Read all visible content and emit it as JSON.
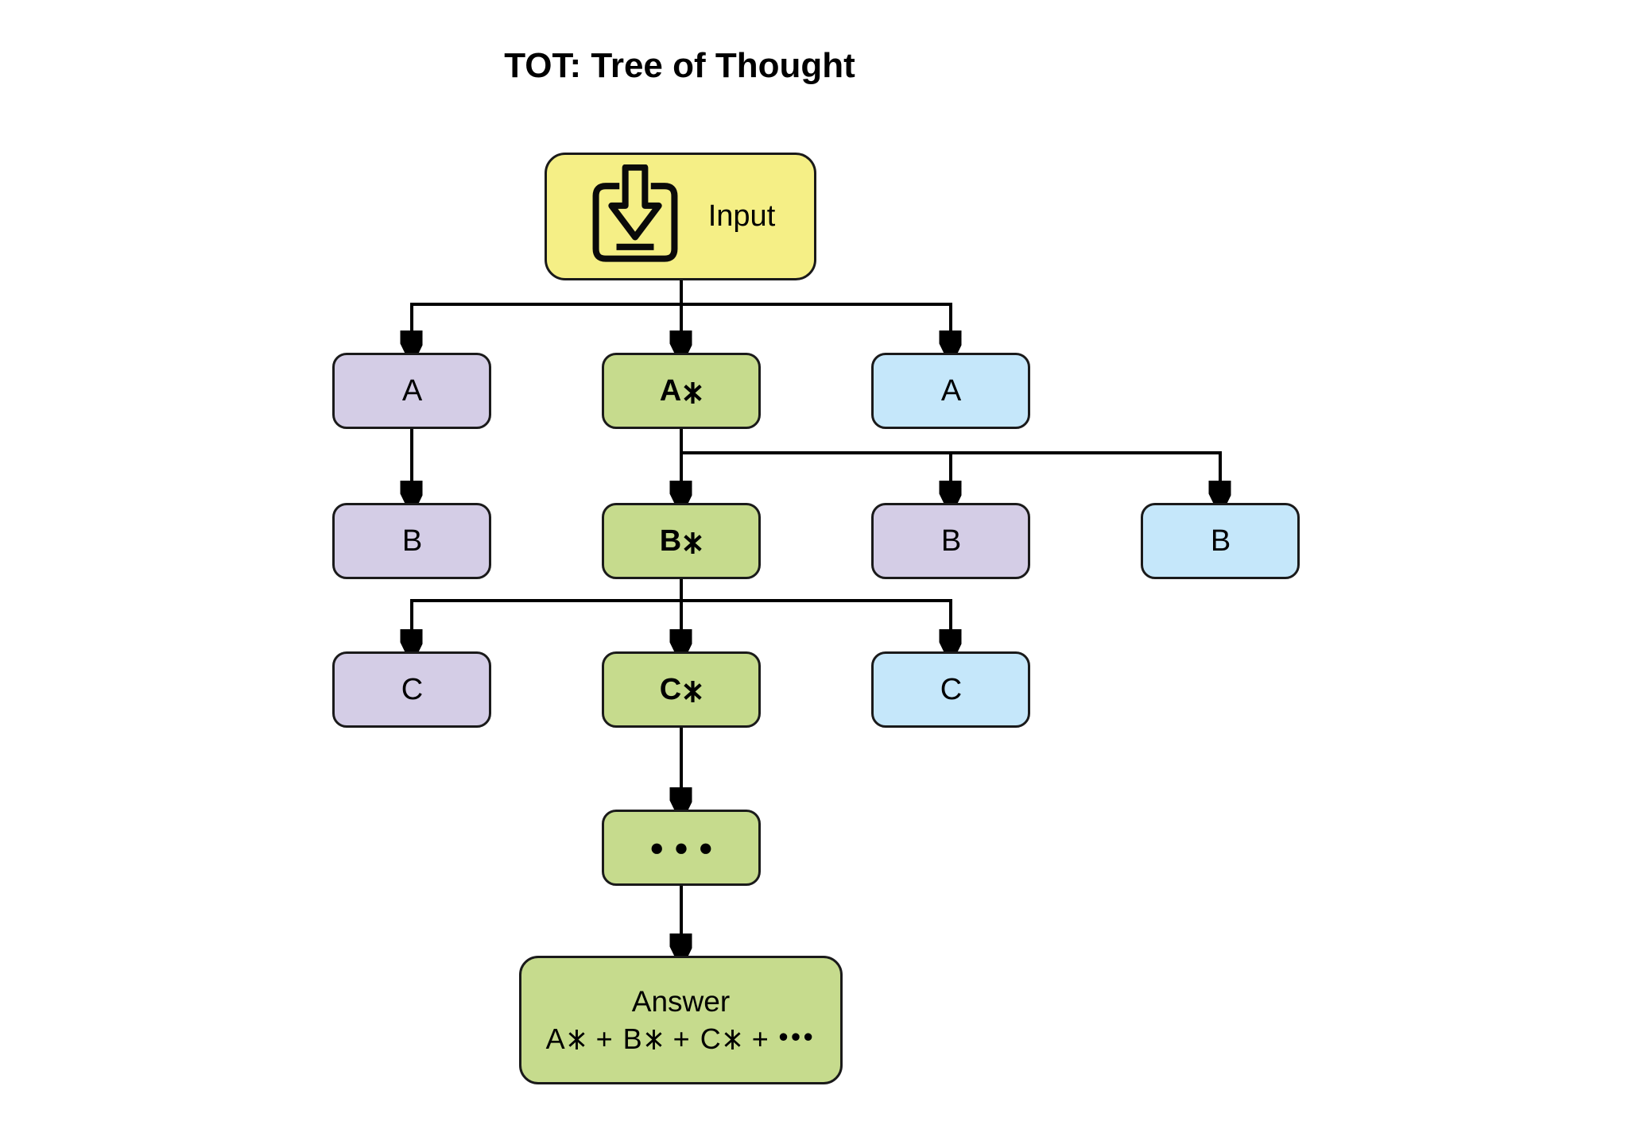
{
  "title": "TOT: Tree of Thought",
  "star_symbol": "✱",
  "colors": {
    "node_yellow": "#F5EF86",
    "node_green": "#C6DB8D",
    "node_purple": "#D4CDE6",
    "node_blue": "#C5E7FA",
    "outline": "#1A1A1A",
    "connector": "#000000"
  },
  "input_node": {
    "label": "Input",
    "icon": "download-icon"
  },
  "row_a": {
    "left": {
      "label": "A"
    },
    "star": {
      "label": "A",
      "star": "✱"
    },
    "right": {
      "label": "A"
    }
  },
  "row_b": {
    "left": {
      "label": "B"
    },
    "star": {
      "label": "B",
      "star": "✱"
    },
    "mid": {
      "label": "B"
    },
    "right": {
      "label": "B"
    }
  },
  "row_c": {
    "left": {
      "label": "C"
    },
    "star": {
      "label": "C",
      "star": "✱"
    },
    "right": {
      "label": "C"
    }
  },
  "ellipsis_node": {
    "label": "●●●"
  },
  "answer_node": {
    "title": "Answer",
    "term_a": "A",
    "term_b": "B",
    "term_c": "C",
    "operator": "+",
    "ellipsis": "•••"
  }
}
